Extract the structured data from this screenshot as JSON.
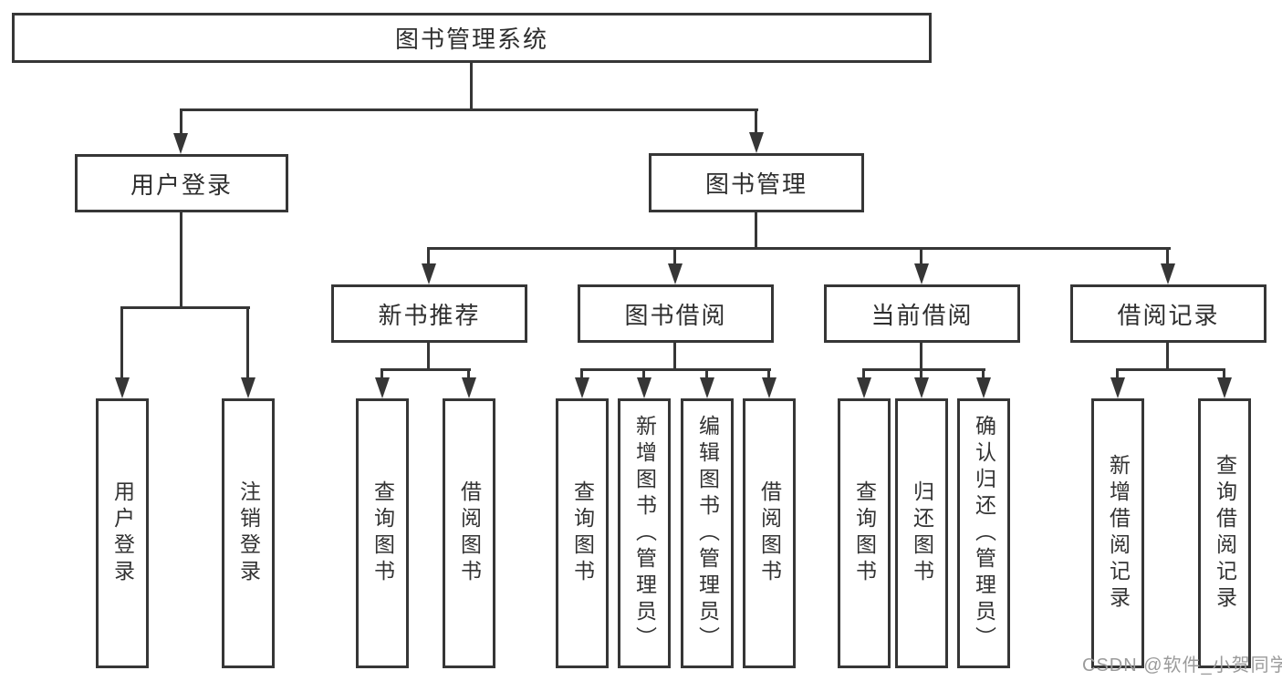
{
  "title": "图书管理系统",
  "level2": [
    "用户登录",
    "图书管理"
  ],
  "level3": [
    "新书推荐",
    "图书借阅",
    "当前借阅",
    "借阅记录"
  ],
  "leaves": {
    "userLogin": [
      "用户登录",
      "注销登录"
    ],
    "newBooks": [
      "查询图书",
      "借阅图书"
    ],
    "bookBorrow": [
      "查询图书",
      "新增图书（管理员）",
      "编辑图书（管理员）",
      "借阅图书"
    ],
    "currentBorrow": [
      "查询图书",
      "归还图书",
      "确认归还（管理员）"
    ],
    "borrowRecords": [
      "新增借阅记录",
      "查询借阅记录"
    ]
  },
  "watermark": "CSDN @软件_小贺同学",
  "colors": {
    "line": "#363636",
    "text": "#2e2e2e",
    "watermark": "#9b9b9b",
    "background": "#ffffff"
  }
}
